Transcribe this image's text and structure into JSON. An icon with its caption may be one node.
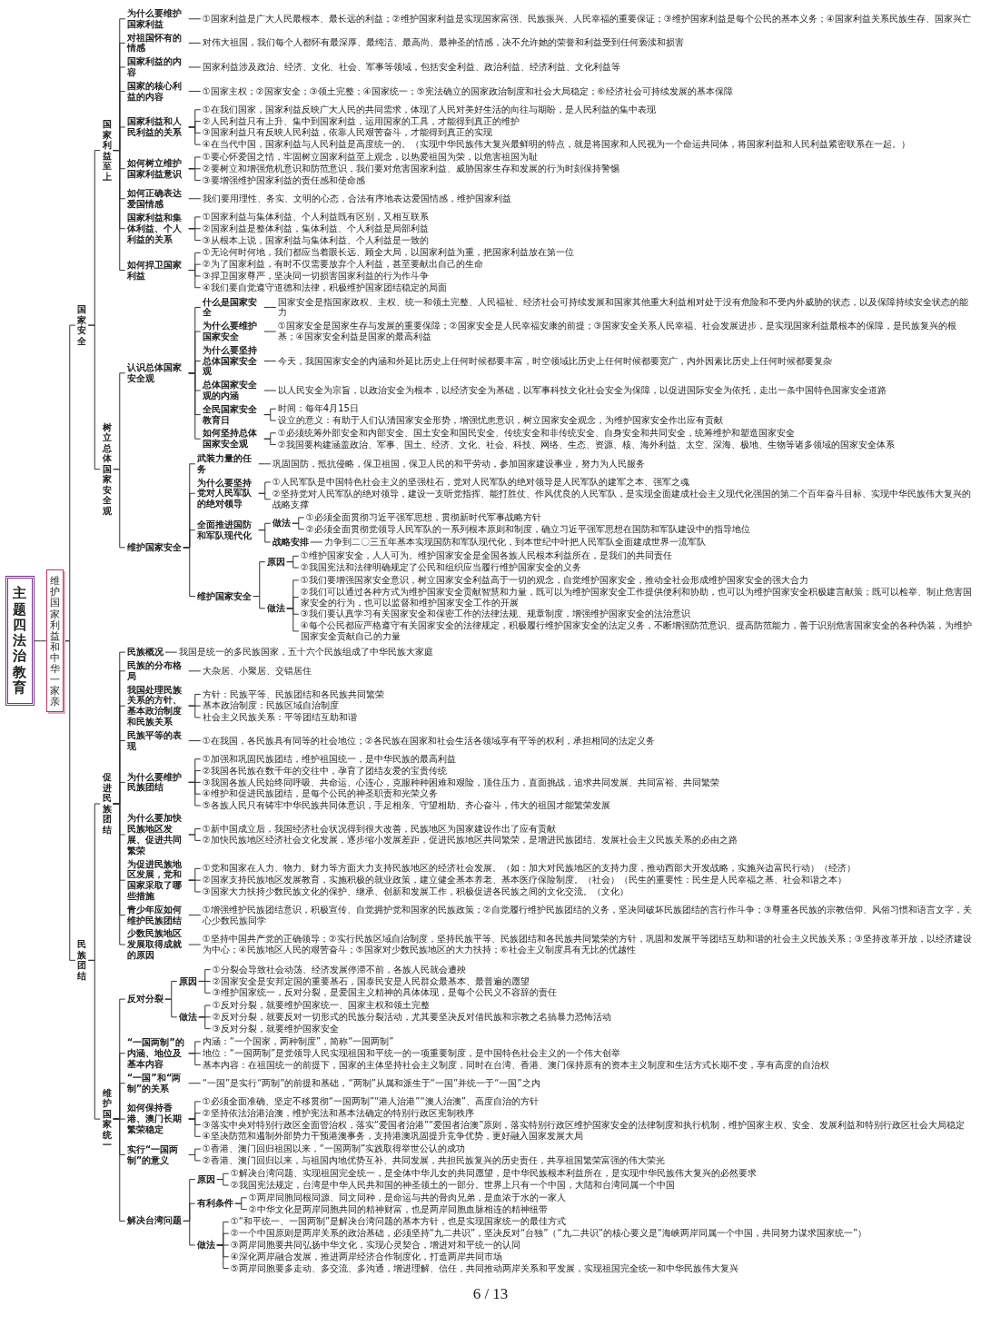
{
  "diagram": {
    "nodes": [
      {
        "text": [
          "主题四法治教育"
        ]
      },
      {
        "text": [
          "维护国家利益和中华一家亲"
        ]
      },
      {
        "text": [
          "国家安全"
        ]
      },
      {
        "text": [
          "国家利益至上"
        ]
      },
      {
        "text": [
          "为什么要维护国家利益"
        ]
      },
      {
        "text": [
          "①国家利益是广大人民最根本、最长远的利益；②维护国家利益是实现国家富强、民族振兴、人民幸福的重要保证；③维护国家利益是每个公民的基本义务；④国家利益关系民族生存、国家兴亡"
        ]
      },
      {
        "text": [
          "对祖国怀有的情感"
        ]
      },
      {
        "text": [
          "对伟大祖国，我们每个人都怀有最深厚、最纯洁、最高尚、最神圣的情感，决不允许她的荣誉和利益受到任何亵渎和损害"
        ]
      },
      {
        "text": [
          "国家利益的内容"
        ]
      },
      {
        "text": [
          "国家利益涉及政治、经济、文化、社会、军事等领域，包括安全利益、政治利益、经济利益、文化利益等"
        ]
      },
      {
        "text": [
          "国家的核心利益的内容"
        ]
      },
      {
        "text": [
          "①国家主权；②国家安全；③领土完整；④国家统一；⑤宪法确立的国家政治制度和社会大局稳定；⑥经济社会可持续发展的基本保障"
        ]
      },
      {
        "text": [
          "国家利益和人民利益的关系"
        ]
      },
      {
        "text": [
          "①在我们国家，国家利益反映广大人民的共同需求，体现了人民对美好生活的向往与期盼，是人民利益的集中表现"
        ]
      },
      {
        "text": [
          "②人民利益只有上升、集中到国家利益，运用国家的工具，才能得到真正的维护"
        ]
      },
      {
        "text": [
          "③国家利益只有反映人民利益，依靠人民艰苦奋斗，才能得到真正的实现"
        ]
      },
      {
        "text": [
          "④在当代中国，国家利益与人民利益是高度统一的。（实现中华民族伟大复兴最鲜明的特点，就是将国家和人民视为一个命运共同体，将国家利益和人民利益紧密联系在一起。）"
        ]
      },
      {
        "text": [
          "如何树立维护国家利益意识"
        ]
      },
      {
        "text": [
          "①要心怀爱国之情，牢固树立国家利益至上观念，以热爱祖国为荣，以危害祖国为耻"
        ]
      },
      {
        "text": [
          "②要树立和增强危机意识和防范意识，我们要对危害国家利益、威胁国家生存和发展的行为时刻保持警惕"
        ]
      },
      {
        "text": [
          "③要增强维护国家利益的责任感和使命感"
        ]
      },
      {
        "text": [
          "如何正确表达爱国情感"
        ]
      },
      {
        "text": [
          "我们要用理性、务实、文明的心态，合法有序地表达爱国情感，维护国家利益"
        ]
      },
      {
        "text": [
          "国家利益和集体利益、个人利益的关系"
        ]
      },
      {
        "text": [
          "①国家利益与集体利益、个人利益既有区别，又相互联系"
        ]
      },
      {
        "text": [
          "②国家利益是整体利益，集体利益、个人利益是局部利益"
        ]
      },
      {
        "text": [
          "③从根本上说，国家利益与集体利益、个人利益是一致的"
        ]
      },
      {
        "text": [
          "如何捍卫国家利益"
        ]
      },
      {
        "text": [
          "①无论何时何地，我们都应当着眼长远、顾全大局，以国家利益为重，把国家利益放在第一位"
        ]
      },
      {
        "text": [
          "②为了国家利益，有时不仅需要放弃个人利益，甚至要献出自己的生命"
        ]
      },
      {
        "text": [
          "③捍卫国家尊严，坚决同一切损害国家利益的行为作斗争"
        ]
      },
      {
        "text": [
          "④我们要自觉遵守道德和法律，积极维护国家团结稳定的局面"
        ]
      },
      {
        "text": [
          "树立总体国家安全观"
        ]
      },
      {
        "text": [
          "认识总体国家安全观"
        ]
      },
      {
        "text": [
          "什么是国家安全"
        ]
      },
      {
        "text": [
          "国家安全是指国家政权、主权、统一和领土完整、人民福祉、经济社会可持续发展和国家其他重大利益相对处于没有危险和不受内外威胁的状态，以及保障持续安全状态的能力"
        ]
      },
      {
        "text": [
          "为什么要维护国家安全"
        ]
      },
      {
        "text": [
          "①国家安全是国家生存与发展的重要保障；②国家安全是人民幸福安康的前提；③国家安全关系人民幸福、社会发展进步，是实现国家利益最根本的保障，是民族复兴的根基；④国家安全利益是国家的最高利益"
        ]
      },
      {
        "text": [
          "为什么要坚持总体国家安全观"
        ]
      },
      {
        "text": [
          "今天，我国国家安全的内涵和外延比历史上任何时候都要丰富，时空领域比历史上任何时候都要宽广，内外因素比历史上任何时候都要复杂"
        ]
      },
      {
        "text": [
          "总体国家安全观的内涵"
        ]
      },
      {
        "text": [
          "以人民安全为宗旨，以政治安全为根本，以经济安全为基础，以军事科技文化社会安全为保障，以促进国际安全为依托，走出一条中国特色国家安全道路"
        ]
      },
      {
        "text": [
          "全民国家安全教育日"
        ]
      },
      {
        "text": [
          "时间：每年4月15日"
        ]
      },
      {
        "text": [
          "设立的意义：有助于人们认清国家安全形势，增强忧患意识，树立国家安全观念，为维护国家安全作出应有贡献"
        ]
      },
      {
        "text": [
          "如何坚持总体国家安全观"
        ]
      },
      {
        "text": [
          "①必须统筹外部安全和内部安全、国土安全和国民安全、传统安全和非传统安全、自身安全和共同安全，统筹维护和塑造国家安全"
        ]
      },
      {
        "text": [
          "②我国要构建涵盖政治、军事、国土、经济、文化、社会、科技、网络、生态、资源、核、海外利益、太空、深海、极地、生物等诸多领域的国家安全体系"
        ]
      },
      {
        "text": [
          "维护国家安全"
        ]
      },
      {
        "text": [
          "武装力量的任务"
        ]
      },
      {
        "text": [
          "巩固国防，抵抗侵略，保卫祖国，保卫人民的和平劳动，参加国家建设事业，努力为人民服务"
        ]
      },
      {
        "text": [
          "为什么要坚持党对人民军队的绝对领导"
        ]
      },
      {
        "text": [
          "①人民军队是中国特色社会主义的坚强柱石，党对人民军队的绝对领导是人民军队的建军之本、强军之魂"
        ]
      },
      {
        "text": [
          "②坚持党对人民军队的绝对领导，建设一支听党指挥、能打胜仗、作风优良的人民军队，是实现全面建成社会主义现代化强国的第二个百年奋斗目标、实现中华民族伟大复兴的战略支撑"
        ]
      },
      {
        "text": [
          "全面推进国防和军队现代化"
        ]
      },
      {
        "text": [
          "做法"
        ]
      },
      {
        "text": [
          "①必须全面贯彻习近平强军思想，贯彻新时代军事战略方针"
        ]
      },
      {
        "text": [
          "②必须全面贯彻党领导人民军队的一系列根本原则和制度，确立习近平强军思想在国防和军队建设中的指导地位"
        ]
      },
      {
        "text": [
          "战略安排"
        ]
      },
      {
        "text": [
          "力争到二〇三五年基本实现国防和军队现代化，到本世纪中叶把人民军队全面建成世界一流军队"
        ]
      },
      {
        "text": [
          "维护国家安全"
        ]
      },
      {
        "text": [
          "原因"
        ]
      },
      {
        "text": [
          "①维护国家安全，人人可为。维护国家安全是全国各族人民根本利益所在，是我们的共同责任"
        ]
      },
      {
        "text": [
          "②我国宪法和法律明确规定了公民和组织应当履行维护国家安全的义务"
        ]
      },
      {
        "text": [
          "做法"
        ]
      },
      {
        "text": [
          "①我们要增强国家安全意识，树立国家安全利益高于一切的观念，自觉维护国家安全，推动全社会形成维护国家安全的强大合力"
        ]
      },
      {
        "text": [
          "②我们可以通过各种方式为维护国家安全贡献智慧和力量，既可以为维护国家安全工作提供便利和协助，也可以为维护国家安全积极建言献策；既可以检举、制止危害国家安全的行为，也可以监督和维护国家安全工作的开展"
        ]
      },
      {
        "text": [
          "③我们要认真学习有关国家安全和保密工作的法律法规、规章制度，增强维护国家安全的法治意识"
        ]
      },
      {
        "text": [
          "④每个公民都应严格遵守有关国家安全的法律规定，积极履行维护国家安全的法定义务，不断增强防范意识、提高防范能力，善于识别危害国家安全的各种伪装，为维护国家安全贡献自己的力量"
        ]
      },
      {
        "text": [
          "民族团结"
        ]
      },
      {
        "text": [
          "促进民族团结"
        ]
      },
      {
        "text": [
          "民族概况"
        ]
      },
      {
        "text": [
          "我国是统一的多民族国家，五十六个民族组成了中华民族大家庭"
        ]
      },
      {
        "text": [
          "民族的分布格局"
        ]
      },
      {
        "text": [
          "大杂居、小聚居、交错居住"
        ]
      },
      {
        "text": [
          "我国处理民族关系的方针、基本政治制度和民族关系"
        ]
      },
      {
        "text": [
          "方针：民族平等、民族团结和各民族共同繁荣"
        ]
      },
      {
        "text": [
          "基本政治制度：民族区域自治制度"
        ]
      },
      {
        "text": [
          "社会主义民族关系：平等团结互助和谐"
        ]
      },
      {
        "text": [
          "民族平等的表现"
        ]
      },
      {
        "text": [
          "①在我国，各民族具有同等的社会地位；②各民族在国家和社会生活各领域享有平等的权利，承担相同的法定义务"
        ]
      },
      {
        "text": [
          "为什么要维护民族团结"
        ]
      },
      {
        "text": [
          "①加强和巩固民族团结，维护祖国统一，是中华民族的最高利益"
        ]
      },
      {
        "text": [
          "②我国各民族在数千年的交往中，孕育了团结友爱的宝贵传统"
        ]
      },
      {
        "text": [
          "③我国各族人民始终同呼吸、共命运、心连心，克服种种困难和艰险，顶住压力，直面挑战，追求共同发展、共同富裕、共同繁荣"
        ]
      },
      {
        "text": [
          "④维护和促进民族团结，是每个公民的神圣职责和光荣义务"
        ]
      },
      {
        "text": [
          "⑤各族人民只有铸牢中华民族共同体意识，手足相亲、守望相助、齐心奋斗，伟大的祖国才能繁荣发展"
        ]
      },
      {
        "text": [
          "为什么要加快民族地区发展、促进共同繁荣"
        ]
      },
      {
        "text": [
          "①新中国成立后，我国经济社会状况得到很大改善，民族地区为国家建设作出了应有贡献"
        ]
      },
      {
        "text": [
          "②加快民族地区经济社会文化发展，逐步缩小发展差距，促进民族地区共同繁荣，是增进民族团结、发展社会主义民族关系的必由之路"
        ]
      },
      {
        "text": [
          "为促进民族地区发展，党和国家采取了哪些措施"
        ]
      },
      {
        "text": [
          "①党和国家在人力、物力、财力等方面大力支持民族地区的经济社会发展。（如：加大对民族地区的支持力度，推动西部大开发战略，实施兴边富民行动）（经济）"
        ]
      },
      {
        "text": [
          "②国家支持民族地区发展教育，实施积极的就业政策，建立健全基本养老、基本医疗保险制度。（社会）（民生的重要性：民生是人民幸福之基、社会和谐之本）"
        ]
      },
      {
        "text": [
          "③国家大力扶持少数民族文化的保护、继承、创新和发展工作，积极促进各民族之间的文化交流。（文化）"
        ]
      },
      {
        "text": [
          "青少年应如何维护民族团结"
        ]
      },
      {
        "text": [
          "①增强维护民族团结意识，积极宣传、自觉拥护党和国家的民族政策；②自觉履行维护民族团结的义务，坚决同破坏民族团结的言行作斗争；③尊重各民族的宗教信仰、风俗习惯和语言文字，关心少数民族同学"
        ]
      },
      {
        "text": [
          "少数民族地区发展取得成就的原因"
        ]
      },
      {
        "text": [
          "①坚持中国共产党的正确领导；②实行民族区域自治制度，坚持民族平等、民族团结和各民族共同繁荣的方针，巩固和发展平等团结互助和谐的社会主义民族关系；③坚持改革开放，以经济建设为中心；④民族地区人民的艰苦奋斗；⑤国家对少数民族地区的大力扶持；⑥社会主义制度具有无比的优越性"
        ]
      },
      {
        "text": [
          "维护国家统一"
        ]
      },
      {
        "text": [
          "反对分裂"
        ]
      },
      {
        "text": [
          "原因"
        ]
      },
      {
        "text": [
          "①分裂会导致社会动荡、经济发展停滞不前，各族人民就会遭殃"
        ]
      },
      {
        "text": [
          "②国家安全是安邦定国的重要基石，国泰民安是人民群众最基本、最普遍的愿望"
        ]
      },
      {
        "text": [
          "③维护国家统一，反对分裂，是爱国主义精神的具体体现，是每个公民义不容辞的责任"
        ]
      },
      {
        "text": [
          "做法"
        ]
      },
      {
        "text": [
          "①反对分裂，就要维护国家统一、国家主权和领土完整"
        ]
      },
      {
        "text": [
          "②反对分裂，就要反对一切形式的民族分裂活动，尤其要坚决反对借民族和宗教之名搞暴力恐怖活动"
        ]
      },
      {
        "text": [
          "③反对分裂，就要维护国家安全"
        ]
      },
      {
        "text": [
          "“一国两制”的内涵、地位及基本内容"
        ]
      },
      {
        "text": [
          "内涵：“一个国家，两种制度”，简称“一国两制”"
        ]
      },
      {
        "text": [
          "地位：“一国两制”是党领导人民实现祖国和平统一的一项重要制度，是中国特色社会主义的一个伟大创举"
        ]
      },
      {
        "text": [
          "基本内容：在祖国统一的前提下，国家的主体坚持社会主义制度，同时在台湾、香港、澳门保持原有的资本主义制度和生活方式长期不变，享有高度的自治权"
        ]
      },
      {
        "text": [
          "“一国”和“两制”的关系"
        ]
      },
      {
        "text": [
          "“一国”是实行“两制”的前提和基础，“两制”从属和派生于“一国”并统一于“一国”之内"
        ]
      },
      {
        "text": [
          "如何保持香港、澳门长期繁荣稳定"
        ]
      },
      {
        "text": [
          "①必须全面准确、坚定不移贯彻“一国两制”“港人治港”“澳人治澳”、高度自治的方针"
        ]
      },
      {
        "text": [
          "②坚持依法治港治澳，维护宪法和基本法确定的特别行政区宪制秩序"
        ]
      },
      {
        "text": [
          "③落实中央对特别行政区全面管治权，落实“爱国者治港”“爱国者治澳”原则，落实特别行政区维护国家安全的法律制度和执行机制，维护国家主权、安全、发展利益和特别行政区社会大局稳定"
        ]
      },
      {
        "text": [
          "④坚决防范和遏制外部势力干预港澳事务，支持港澳巩固提升竞争优势，更好融入国家发展大局"
        ]
      },
      {
        "text": [
          "实行“一国两制”的意义"
        ]
      },
      {
        "text": [
          "①香港、澳门回归祖国以来，“一国两制”实践取得举世公认的成功"
        ]
      },
      {
        "text": [
          "②香港、澳门回归以来，与祖国内地优势互补、共同发展，共担民族复兴的历史责任，共享祖国繁荣富强的伟大荣光"
        ]
      },
      {
        "text": [
          "解决台湾问题"
        ]
      },
      {
        "text": [
          "原因"
        ]
      },
      {
        "text": [
          "①解决台湾问题、实现祖国完全统一，是全体中华儿女的共同愿望，是中华民族根本利益所在，是实现中华民族伟大复兴的必然要求"
        ]
      },
      {
        "text": [
          "②我国宪法规定，台湾是中华人民共和国的神圣领土的一部分。世界上只有一个中国，大陆和台湾同属一个中国"
        ]
      },
      {
        "text": [
          "有利条件"
        ]
      },
      {
        "text": [
          "①两岸同胞同根同源、同文同种，是命运与共的骨肉兄弟，是血浓于水的一家人"
        ]
      },
      {
        "text": [
          "②中华文化是两岸同胞共同的精神财富，也是两岸同胞血脉相连的精神纽带"
        ]
      },
      {
        "text": [
          "做法"
        ]
      },
      {
        "text": [
          "①“和平统一、一国两制”是解决台湾问题的基本方针，也是实现国家统一的最佳方式"
        ]
      },
      {
        "text": [
          "②一个中国原则是两岸关系的政治基础，必须坚持“九二共识”，坚决反对“台独”（“九二共识”的核心要义是“海峡两岸同属一个中国，共同努力谋求国家统一”）"
        ]
      },
      {
        "text": [
          "③两岸同胞要共同弘扬中华文化，实现心灵契合，增进对和平统一的认同"
        ]
      },
      {
        "text": [
          "④深化两岸融合发展，推进两岸经济合作制度化，打造两岸共同市场"
        ]
      },
      {
        "text": [
          "⑤两岸同胞要多走动、多交流、多沟通，增进理解、信任，共同推动两岸关系和平发展，实现祖国完全统一和中华民族伟大复兴"
        ]
      }
    ],
    "edges": [
      {
        "from": 0,
        "to": 1,
        "arrow": "none"
      },
      {
        "from": 1,
        "to": 2,
        "arrow": "none"
      },
      {
        "from": 2,
        "to": 3,
        "arrow": "none"
      },
      {
        "from": 3,
        "to": 4,
        "arrow": "none"
      },
      {
        "from": 4,
        "to": 5,
        "arrow": "none"
      },
      {
        "from": 3,
        "to": 6,
        "arrow": "none"
      },
      {
        "from": 6,
        "to": 7,
        "arrow": "none"
      },
      {
        "from": 3,
        "to": 8,
        "arrow": "none"
      },
      {
        "from": 8,
        "to": 9,
        "arrow": "none"
      },
      {
        "from": 3,
        "to": 10,
        "arrow": "none"
      },
      {
        "from": 10,
        "to": 11,
        "arrow": "none"
      },
      {
        "from": 3,
        "to": 12,
        "arrow": "none"
      },
      {
        "from": 12,
        "to": 13,
        "arrow": "none"
      },
      {
        "from": 12,
        "to": 14,
        "arrow": "none"
      },
      {
        "from": 12,
        "to": 15,
        "arrow": "none"
      },
      {
        "from": 12,
        "to": 16,
        "arrow": "none"
      },
      {
        "from": 3,
        "to": 17,
        "arrow": "none"
      },
      {
        "from": 17,
        "to": 18,
        "arrow": "none"
      },
      {
        "from": 17,
        "to": 19,
        "arrow": "none"
      },
      {
        "from": 17,
        "to": 20,
        "arrow": "none"
      },
      {
        "from": 3,
        "to": 21,
        "arrow": "none"
      },
      {
        "from": 21,
        "to": 22,
        "arrow": "none"
      },
      {
        "from": 3,
        "to": 23,
        "arrow": "none"
      },
      {
        "from": 23,
        "to": 24,
        "arrow": "none"
      },
      {
        "from": 23,
        "to": 25,
        "arrow": "none"
      },
      {
        "from": 23,
        "to": 26,
        "arrow": "none"
      },
      {
        "from": 3,
        "to": 27,
        "arrow": "none"
      },
      {
        "from": 27,
        "to": 28,
        "arrow": "none"
      },
      {
        "from": 27,
        "to": 29,
        "arrow": "none"
      },
      {
        "from": 27,
        "to": 30,
        "arrow": "none"
      },
      {
        "from": 27,
        "to": 31,
        "arrow": "none"
      },
      {
        "from": 2,
        "to": 32,
        "arrow": "none"
      },
      {
        "from": 32,
        "to": 33,
        "arrow": "none"
      },
      {
        "from": 33,
        "to": 34,
        "arrow": "none"
      },
      {
        "from": 34,
        "to": 35,
        "arrow": "none"
      },
      {
        "from": 33,
        "to": 36,
        "arrow": "none"
      },
      {
        "from": 36,
        "to": 37,
        "arrow": "none"
      },
      {
        "from": 33,
        "to": 38,
        "arrow": "none"
      },
      {
        "from": 38,
        "to": 39,
        "arrow": "none"
      },
      {
        "from": 33,
        "to": 40,
        "arrow": "none"
      },
      {
        "from": 40,
        "to": 41,
        "arrow": "none"
      },
      {
        "from": 33,
        "to": 42,
        "arrow": "none"
      },
      {
        "from": 42,
        "to": 43,
        "arrow": "none"
      },
      {
        "from": 42,
        "to": 44,
        "arrow": "none"
      },
      {
        "from": 33,
        "to": 45,
        "arrow": "none"
      },
      {
        "from": 45,
        "to": 46,
        "arrow": "none"
      },
      {
        "from": 45,
        "to": 47,
        "arrow": "none"
      },
      {
        "from": 32,
        "to": 48,
        "arrow": "none"
      },
      {
        "from": 48,
        "to": 49,
        "arrow": "none"
      },
      {
        "from": 49,
        "to": 50,
        "arrow": "none"
      },
      {
        "from": 48,
        "to": 51,
        "arrow": "none"
      },
      {
        "from": 51,
        "to": 52,
        "arrow": "none"
      },
      {
        "from": 51,
        "to": 53,
        "arrow": "none"
      },
      {
        "from": 48,
        "to": 54,
        "arrow": "none"
      },
      {
        "from": 54,
        "to": 55,
        "arrow": "none"
      },
      {
        "from": 55,
        "to": 56,
        "arrow": "none"
      },
      {
        "from": 55,
        "to": 57,
        "arrow": "none"
      },
      {
        "from": 54,
        "to": 58,
        "arrow": "none"
      },
      {
        "from": 58,
        "to": 59,
        "arrow": "none"
      },
      {
        "from": 48,
        "to": 60,
        "arrow": "none"
      },
      {
        "from": 60,
        "to": 61,
        "arrow": "none"
      },
      {
        "from": 61,
        "to": 62,
        "arrow": "none"
      },
      {
        "from": 61,
        "to": 63,
        "arrow": "none"
      },
      {
        "from": 60,
        "to": 64,
        "arrow": "none"
      },
      {
        "from": 64,
        "to": 65,
        "arrow": "none"
      },
      {
        "from": 64,
        "to": 66,
        "arrow": "none"
      },
      {
        "from": 64,
        "to": 67,
        "arrow": "none"
      },
      {
        "from": 64,
        "to": 68,
        "arrow": "none"
      },
      {
        "from": 1,
        "to": 69,
        "arrow": "none"
      },
      {
        "from": 69,
        "to": 70,
        "arrow": "none"
      },
      {
        "from": 70,
        "to": 71,
        "arrow": "none"
      },
      {
        "from": 71,
        "to": 72,
        "arrow": "none"
      },
      {
        "from": 70,
        "to": 73,
        "arrow": "none"
      },
      {
        "from": 73,
        "to": 74,
        "arrow": "none"
      },
      {
        "from": 70,
        "to": 75,
        "arrow": "none"
      },
      {
        "from": 75,
        "to": 76,
        "arrow": "none"
      },
      {
        "from": 75,
        "to": 77,
        "arrow": "none"
      },
      {
        "from": 75,
        "to": 78,
        "arrow": "none"
      },
      {
        "from": 70,
        "to": 79,
        "arrow": "none"
      },
      {
        "from": 79,
        "to": 80,
        "arrow": "none"
      },
      {
        "from": 70,
        "to": 81,
        "arrow": "none"
      },
      {
        "from": 81,
        "to": 82,
        "arrow": "none"
      },
      {
        "from": 81,
        "to": 83,
        "arrow": "none"
      },
      {
        "from": 81,
        "to": 84,
        "arrow": "none"
      },
      {
        "from": 81,
        "to": 85,
        "arrow": "none"
      },
      {
        "from": 81,
        "to": 86,
        "arrow": "none"
      },
      {
        "from": 70,
        "to": 87,
        "arrow": "none"
      },
      {
        "from": 87,
        "to": 88,
        "arrow": "none"
      },
      {
        "from": 87,
        "to": 89,
        "arrow": "none"
      },
      {
        "from": 70,
        "to": 90,
        "arrow": "none"
      },
      {
        "from": 90,
        "to": 91,
        "arrow": "none"
      },
      {
        "from": 90,
        "to": 92,
        "arrow": "none"
      },
      {
        "from": 90,
        "to": 93,
        "arrow": "none"
      },
      {
        "from": 70,
        "to": 94,
        "arrow": "none"
      },
      {
        "from": 94,
        "to": 95,
        "arrow": "none"
      },
      {
        "from": 70,
        "to": 96,
        "arrow": "none"
      },
      {
        "from": 96,
        "to": 97,
        "arrow": "none"
      },
      {
        "from": 69,
        "to": 98,
        "arrow": "none"
      },
      {
        "from": 98,
        "to": 99,
        "arrow": "none"
      },
      {
        "from": 99,
        "to": 100,
        "arrow": "none"
      },
      {
        "from": 100,
        "to": 101,
        "arrow": "none"
      },
      {
        "from": 100,
        "to": 102,
        "arrow": "none"
      },
      {
        "from": 100,
        "to": 103,
        "arrow": "none"
      },
      {
        "from": 99,
        "to": 104,
        "arrow": "none"
      },
      {
        "from": 104,
        "to": 105,
        "arrow": "none"
      },
      {
        "from": 104,
        "to": 106,
        "arrow": "none"
      },
      {
        "from": 104,
        "to": 107,
        "arrow": "none"
      },
      {
        "from": 98,
        "to": 108,
        "arrow": "none"
      },
      {
        "from": 108,
        "to": 109,
        "arrow": "none"
      },
      {
        "from": 108,
        "to": 110,
        "arrow": "none"
      },
      {
        "from": 108,
        "to": 111,
        "arrow": "none"
      },
      {
        "from": 98,
        "to": 112,
        "arrow": "none"
      },
      {
        "from": 112,
        "to": 113,
        "arrow": "none"
      },
      {
        "from": 98,
        "to": 114,
        "arrow": "none"
      },
      {
        "from": 114,
        "to": 115,
        "arrow": "none"
      },
      {
        "from": 114,
        "to": 116,
        "arrow": "none"
      },
      {
        "from": 114,
        "to": 117,
        "arrow": "none"
      },
      {
        "from": 114,
        "to": 118,
        "arrow": "none"
      },
      {
        "from": 98,
        "to": 119,
        "arrow": "none"
      },
      {
        "from": 119,
        "to": 120,
        "arrow": "none"
      },
      {
        "from": 119,
        "to": 121,
        "arrow": "none"
      },
      {
        "from": 98,
        "to": 122,
        "arrow": "none"
      },
      {
        "from": 122,
        "to": 123,
        "arrow": "none"
      },
      {
        "from": 123,
        "to": 124,
        "arrow": "none"
      },
      {
        "from": 123,
        "to": 125,
        "arrow": "none"
      },
      {
        "from": 122,
        "to": 126,
        "arrow": "none"
      },
      {
        "from": 126,
        "to": 127,
        "arrow": "none"
      },
      {
        "from": 126,
        "to": 128,
        "arrow": "none"
      },
      {
        "from": 122,
        "to": 129,
        "arrow": "none"
      },
      {
        "from": 129,
        "to": 130,
        "arrow": "none"
      },
      {
        "from": 129,
        "to": 131,
        "arrow": "none"
      },
      {
        "from": 129,
        "to": 132,
        "arrow": "none"
      },
      {
        "from": 129,
        "to": 133,
        "arrow": "none"
      },
      {
        "from": 129,
        "to": 134,
        "arrow": "none"
      }
    ],
    "labels": [
      "6 / 13"
    ]
  }
}
